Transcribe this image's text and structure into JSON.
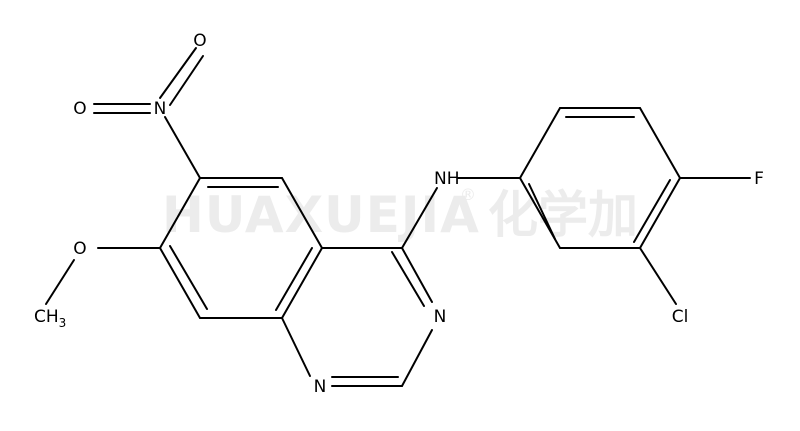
{
  "watermark": {
    "latin": "HUAXUEJIA",
    "registered": "®",
    "chinese": "化学加"
  },
  "atoms": {
    "nitro_o_top": "O",
    "nitro_o_left": "O",
    "nitro_n": "N",
    "methoxy_o": "O",
    "methyl_c": "CH",
    "methyl_sub": "3",
    "amine": "NH",
    "ring_n3": "N",
    "ring_n1": "N",
    "fluorine": "F",
    "chlorine": "Cl"
  }
}
